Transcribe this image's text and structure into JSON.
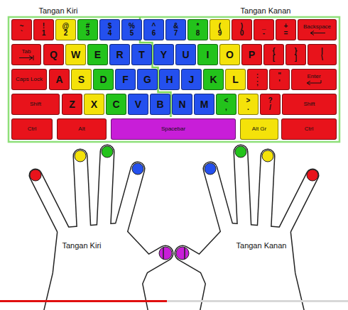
{
  "diagram": {
    "nodes": [
      {
        "text": [
          "~",
          "`"
        ]
      },
      {
        "text": [
          "!",
          "1"
        ]
      },
      {
        "text": [
          "@",
          "2"
        ]
      },
      {
        "text": [
          "#",
          "3"
        ]
      },
      {
        "text": [
          "$",
          "4"
        ]
      },
      {
        "text": [
          "%",
          "5"
        ]
      },
      {
        "text": [
          "^",
          "6"
        ]
      },
      {
        "text": [
          "&",
          "7"
        ]
      },
      {
        "text": [
          "*",
          "8"
        ]
      },
      {
        "text": [
          "(",
          "9"
        ]
      },
      {
        "text": [
          ")",
          "0"
        ]
      },
      {
        "text": [
          "_",
          "-"
        ]
      },
      {
        "text": [
          "+",
          "="
        ]
      },
      {
        "text": [
          "Backspace"
        ]
      },
      {
        "text": [
          "Tab"
        ]
      },
      {
        "text": [
          "Q"
        ]
      },
      {
        "text": [
          "W"
        ]
      },
      {
        "text": [
          "E"
        ]
      },
      {
        "text": [
          "R"
        ]
      },
      {
        "text": [
          "T"
        ]
      },
      {
        "text": [
          "Y"
        ]
      },
      {
        "text": [
          "U"
        ]
      },
      {
        "text": [
          "I"
        ]
      },
      {
        "text": [
          "O"
        ]
      },
      {
        "text": [
          "P"
        ]
      },
      {
        "text": [
          "{",
          "["
        ]
      },
      {
        "text": [
          "}",
          "]"
        ]
      },
      {
        "text": [
          "|",
          "\\"
        ]
      },
      {
        "text": [
          "Caps Lock"
        ]
      },
      {
        "text": [
          "A"
        ]
      },
      {
        "text": [
          "S"
        ]
      },
      {
        "text": [
          "D"
        ]
      },
      {
        "text": [
          "F"
        ]
      },
      {
        "text": [
          "G"
        ]
      },
      {
        "text": [
          "H"
        ]
      },
      {
        "text": [
          "J"
        ]
      },
      {
        "text": [
          "K"
        ]
      },
      {
        "text": [
          "L"
        ]
      },
      {
        "text": [
          ":",
          ";"
        ]
      },
      {
        "text": [
          "\"",
          "'"
        ]
      },
      {
        "text": [
          "Enter"
        ]
      },
      {
        "text": [
          "Shift"
        ]
      },
      {
        "text": [
          "Z"
        ]
      },
      {
        "text": [
          "X"
        ]
      },
      {
        "text": [
          "C"
        ]
      },
      {
        "text": [
          "V"
        ]
      },
      {
        "text": [
          "B"
        ]
      },
      {
        "text": [
          "N"
        ]
      },
      {
        "text": [
          "M"
        ]
      },
      {
        "text": [
          "<",
          ","
        ]
      },
      {
        "text": [
          ">",
          "."
        ]
      },
      {
        "text": [
          "?",
          "/"
        ]
      },
      {
        "text": [
          "Shift"
        ]
      },
      {
        "text": [
          "Ctrl"
        ]
      },
      {
        "text": [
          "Alt"
        ]
      },
      {
        "text": [
          "Spacebar"
        ]
      },
      {
        "text": [
          "Alt Gr"
        ]
      },
      {
        "text": [
          "Ctrl"
        ]
      }
    ],
    "labels": [
      "Tangan Kiri",
      "Tangan Kanan",
      "Tangan Kiri",
      "Tangan Kanan"
    ]
  }
}
